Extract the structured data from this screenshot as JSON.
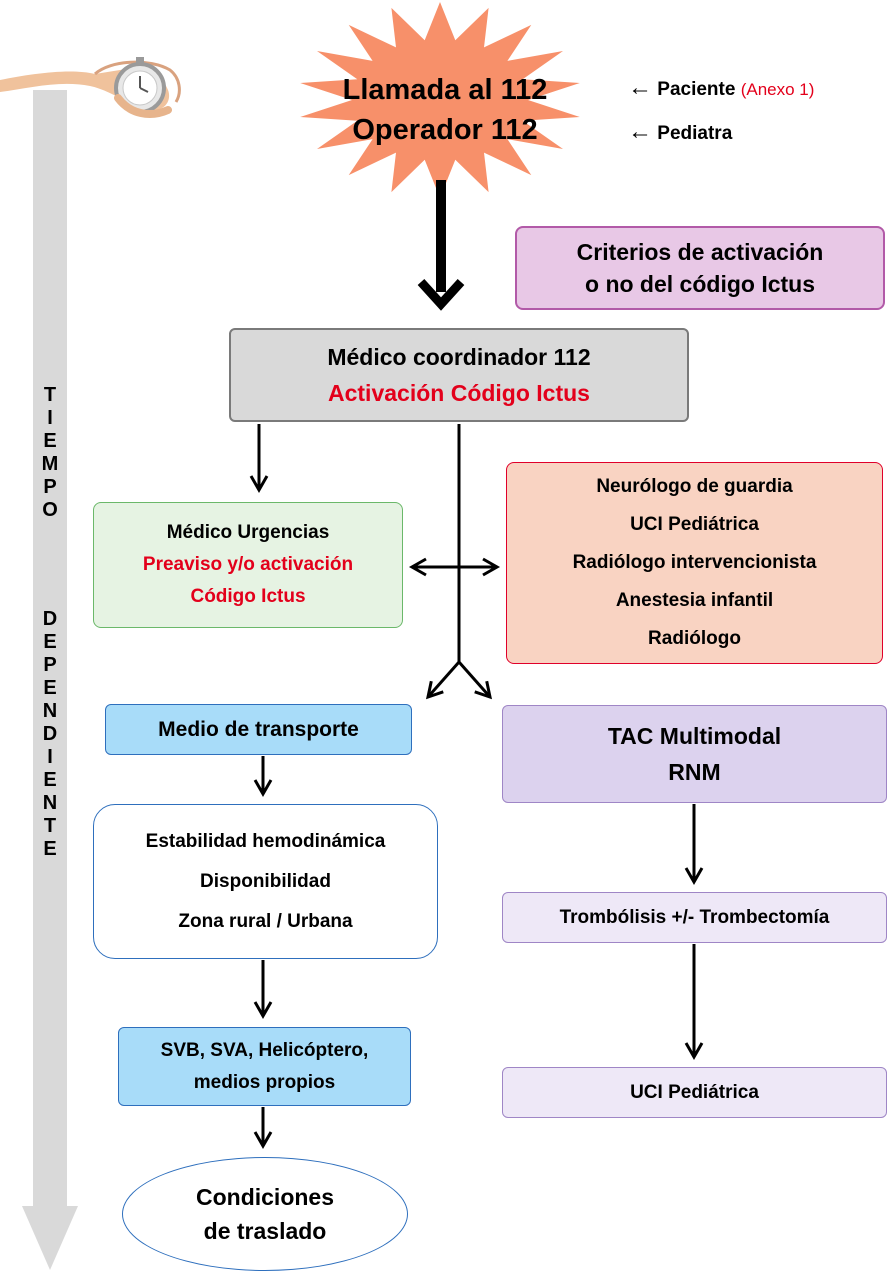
{
  "timeline": {
    "letters_top": [
      "T",
      "I",
      "E",
      "M",
      "P",
      "O"
    ],
    "letters_bottom": [
      "D",
      "E",
      "P",
      "E",
      "N",
      "D",
      "I",
      "E",
      "N",
      "T",
      "E"
    ]
  },
  "call": {
    "line1": "Llamada al 112",
    "line2": "Operador 112"
  },
  "sources": {
    "patient": "Paciente",
    "patient_note": "(Anexo 1)",
    "pediatrician": "Pediatra"
  },
  "criteria": {
    "line1": "Criterios de activación",
    "line2": "o no del código Ictus"
  },
  "coordinator": {
    "line1": "Médico coordinador 112",
    "line2": "Activación Código Ictus"
  },
  "emergency": {
    "line1": "Médico Urgencias",
    "line2": "Preaviso y/o activación",
    "line3": "Código Ictus"
  },
  "team": [
    "Neurólogo de guardia",
    "UCI Pediátrica",
    "Radiólogo intervencionista",
    "Anestesia infantil",
    "Radiólogo"
  ],
  "transport": {
    "label": "Medio de transporte"
  },
  "factors": [
    "Estabilidad hemodinámica",
    "Disponibilidad",
    "Zona rural / Urbana"
  ],
  "vehicles": {
    "line1": "SVB, SVA, Helicóptero,",
    "line2": "medios propios"
  },
  "conditions": {
    "line1": "Condiciones",
    "line2": "de traslado"
  },
  "imaging": {
    "line1": "TAC Multimodal",
    "line2": "RNM"
  },
  "treatment": {
    "label": "Trombólisis +/- Trombectomía"
  },
  "icu": {
    "label": "UCI Pediátrica"
  },
  "colors": {
    "star": "#f7906a",
    "criteria_fill": "#e8c8e6",
    "criteria_border": "#b25aa8",
    "coordinator_fill": "#d9d9d9",
    "emergency_fill": "#e6f3e3",
    "emergency_border": "#6bb86a",
    "team_fill": "#f9d3c2",
    "team_border": "#e0002a",
    "transport_fill": "#a8dcf9",
    "imaging_fill": "#dcd2ee",
    "treatment_fill": "#eee8f7",
    "purple_border": "#9f86c6",
    "blue_border": "#2e6fbd",
    "accent_red": "#e3001b",
    "timeline_gray": "#d9d9d9"
  }
}
